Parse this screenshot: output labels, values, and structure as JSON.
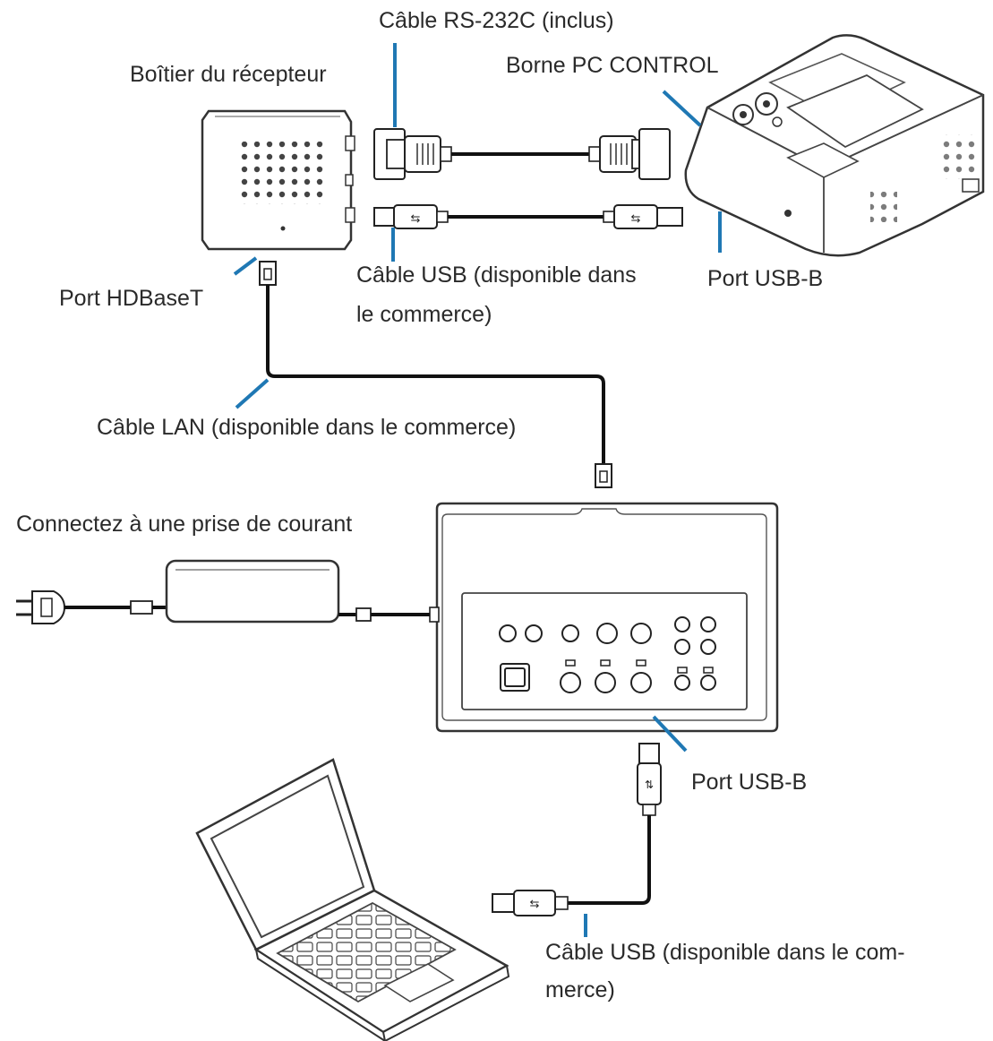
{
  "labels": {
    "rs232c_cable": "Câble RS-232C (inclus)",
    "receiver_box": "Boîtier du récepteur",
    "pc_control_terminal": "Borne PC CONTROL",
    "hdbaset_port": "Port HDBaseT",
    "usb_cable_top_line1": "Câble USB (disponible dans",
    "usb_cable_top_line2": "le commerce)",
    "usb_b_port_projector": "Port USB-B",
    "lan_cable": "Câble LAN (disponible dans le commerce)",
    "power_outlet": "Connectez à une prise de courant",
    "usb_b_port_transmitter": "Port USB-B",
    "usb_cable_bottom_line1": "Câble USB (disponible dans le com-",
    "usb_cable_bottom_line2": "merce)"
  },
  "colors": {
    "leader_line": "#1f78b4",
    "cable": "#111111",
    "outline": "#333333"
  }
}
